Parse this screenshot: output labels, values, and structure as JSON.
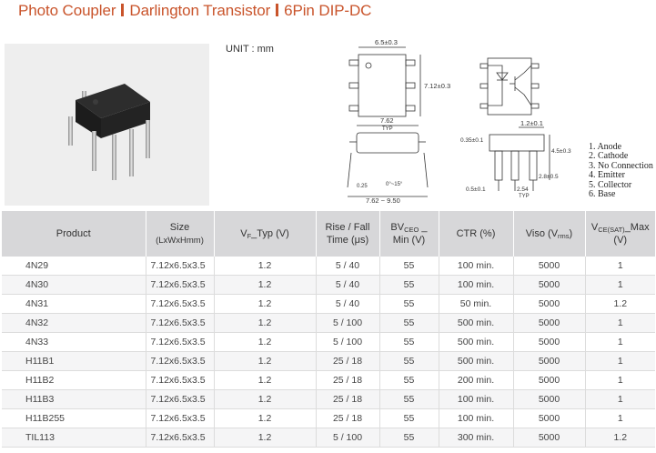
{
  "title": {
    "part1": "Photo Coupler",
    "part2": "Darlington Transistor",
    "part3": "6Pin DIP-DC"
  },
  "unit_label": "UNIT : mm",
  "drawing": {
    "top_width": "6.5±0.3",
    "top_height": "7.12±0.3",
    "side_width": "7.62",
    "side_typ": "TYP",
    "side_thick": "0.25",
    "side_angle": "0°~15°",
    "side_range": "7.62 ~ 9.50",
    "front_top": "1.2±0.1",
    "front_left": "0.35±0.1",
    "front_height": "4.5±0.3",
    "front_lead": "2.8±0.5",
    "front_pin": "0.5±0.1",
    "front_pitch": "2.54",
    "front_typ": "TYP"
  },
  "pins": [
    "1. Anode",
    "2. Cathode",
    "3. No Connection",
    "4. Emitter",
    "5. Collector",
    "6. Base"
  ],
  "headers": {
    "product": "Product",
    "size_line1": "Size",
    "size_line2": "(LxWxHmm)",
    "vf_pre": "V",
    "vf_sub": "F",
    "vf_post": "_Typ (V)",
    "rise_line1": "Rise / Fall",
    "rise_line2": "Time (μs)",
    "bv_pre": "BV",
    "bv_sub": "CEO",
    "bv_post": " _",
    "bv_line2": "Min (V)",
    "ctr": "CTR (%)",
    "viso_pre": "Viso (V",
    "viso_sub": "rms",
    "viso_post": ")",
    "vce_pre": "V",
    "vce_sub": "CE(SAT)",
    "vce_post": "_Max",
    "vce_line2": "(V)"
  },
  "rows": [
    [
      "4N29",
      "7.12x6.5x3.5",
      "1.2",
      "5 / 40",
      "55",
      "100 min.",
      "5000",
      "1"
    ],
    [
      "4N30",
      "7.12x6.5x3.5",
      "1.2",
      "5 / 40",
      "55",
      "100 min.",
      "5000",
      "1"
    ],
    [
      "4N31",
      "7.12x6.5x3.5",
      "1.2",
      "5 / 40",
      "55",
      "50 min.",
      "5000",
      "1.2"
    ],
    [
      "4N32",
      "7.12x6.5x3.5",
      "1.2",
      "5 / 100",
      "55",
      "500 min.",
      "5000",
      "1"
    ],
    [
      "4N33",
      "7.12x6.5x3.5",
      "1.2",
      "5 / 100",
      "55",
      "500 min.",
      "5000",
      "1"
    ],
    [
      "H11B1",
      "7.12x6.5x3.5",
      "1.2",
      "25 / 18",
      "55",
      "500 min.",
      "5000",
      "1"
    ],
    [
      "H11B2",
      "7.12x6.5x3.5",
      "1.2",
      "25 / 18",
      "55",
      "200 min.",
      "5000",
      "1"
    ],
    [
      "H11B3",
      "7.12x6.5x3.5",
      "1.2",
      "25 / 18",
      "55",
      "100 min.",
      "5000",
      "1"
    ],
    [
      "H11B255",
      "7.12x6.5x3.5",
      "1.2",
      "25 / 18",
      "55",
      "100 min.",
      "5000",
      "1"
    ],
    [
      "TIL113",
      "7.12x6.5x3.5",
      "1.2",
      "5 / 100",
      "55",
      "300 min.",
      "5000",
      "1.2"
    ]
  ]
}
